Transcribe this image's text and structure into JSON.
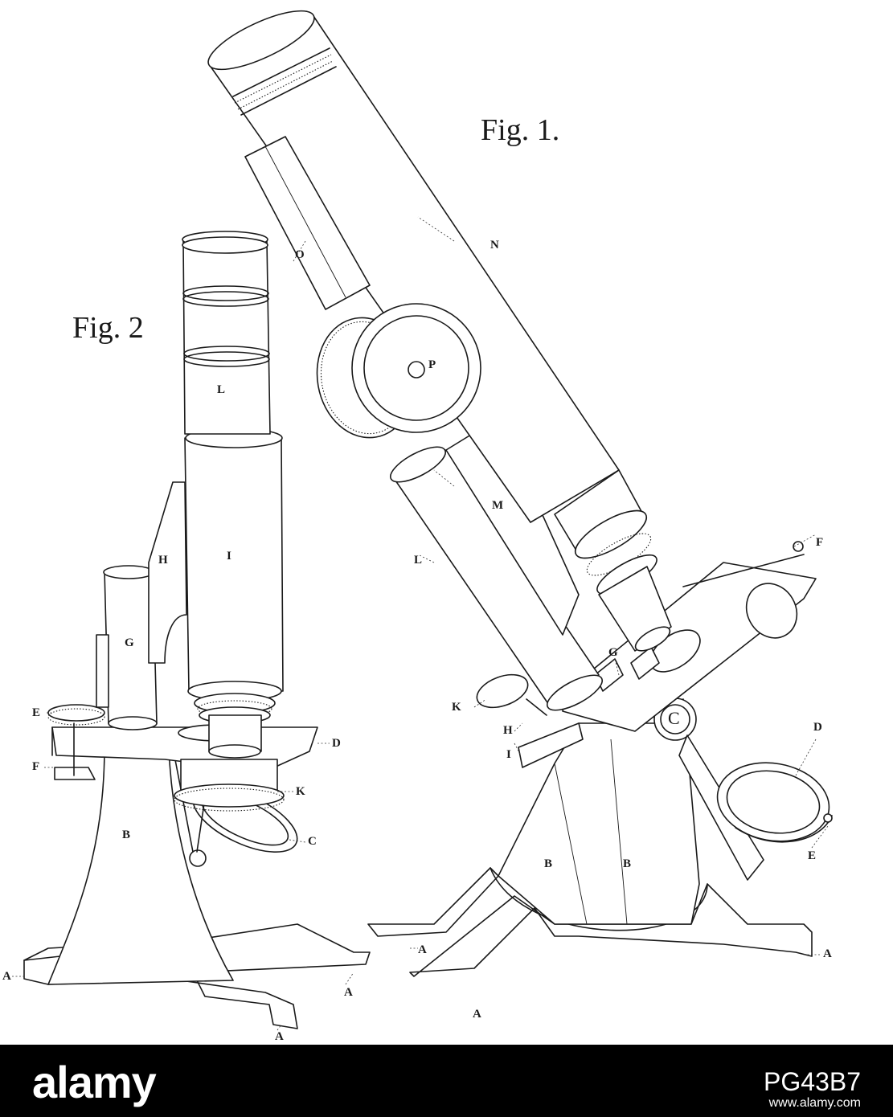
{
  "figures": {
    "fig1_title": "Fig. 1.",
    "fig2_title": "Fig. 2"
  },
  "fig1_labels": {
    "N": "N",
    "O": "O",
    "P": "P",
    "M": "M",
    "L": "L",
    "F": "F",
    "G": "G",
    "K": "K",
    "C": "C",
    "H": "H",
    "I": "I",
    "D": "D",
    "E": "E",
    "B1": "B",
    "B2": "B",
    "A1": "A",
    "A2": "A",
    "A3": "A"
  },
  "fig2_labels": {
    "L": "L",
    "I": "I",
    "H": "H",
    "G": "G",
    "E": "E",
    "F": "F",
    "D": "D",
    "K": "K",
    "C": "C",
    "B": "B",
    "A1": "A",
    "A2": "A",
    "A3": "A"
  },
  "watermark": {
    "brand": "alamy",
    "stock_id": "PG43B7",
    "url": "www.alamy.com"
  },
  "colors": {
    "ink": "#1a1a1a",
    "paper": "#ffffff",
    "band": "#000000"
  }
}
